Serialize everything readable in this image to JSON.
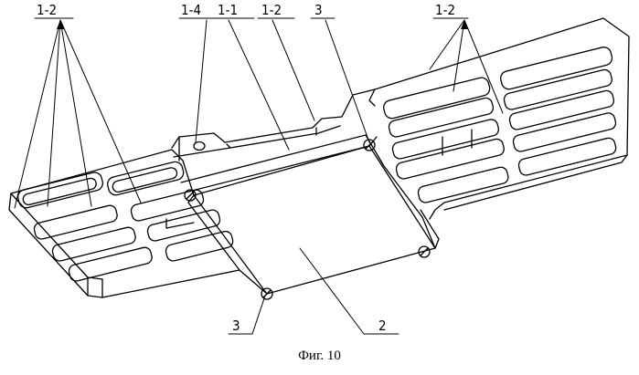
{
  "figure": {
    "caption": "Фиг. 10",
    "labels": {
      "grid_left": "1-2",
      "hole": "1-4",
      "body": "1-1",
      "rib": "1-2",
      "screw_top": "3",
      "grid_right": "1-2",
      "screw_bottom": "3",
      "cover": "2"
    }
  }
}
